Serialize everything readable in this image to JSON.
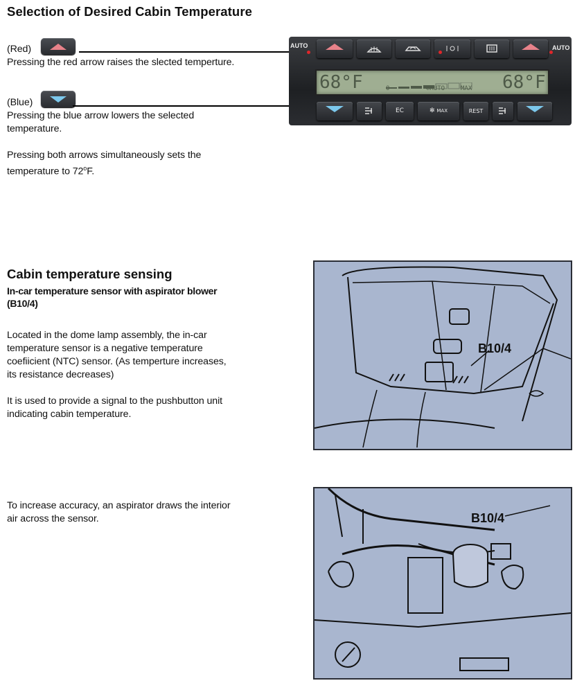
{
  "section1": {
    "title": "Selection of Desired Cabin Temperature",
    "red_label": "(Red)",
    "red_text": "Pressing the red arrow raises the slected temperture.",
    "blue_label": "(Blue)",
    "blue_text_1": "Pressing the blue arrow lowers the selected",
    "blue_text_2": "temperature.",
    "both_text_1": "Pressing both arrows simultaneously sets the",
    "both_text_2": "temperature to 72",
    "both_deg": "o",
    "both_unit": "F."
  },
  "panel": {
    "auto_left": "AUTO",
    "auto_right": "AUTO",
    "lcd_left": "68°F",
    "lcd_right": "68°F",
    "lcd_zero": "0",
    "lcd_auto": "AUTO",
    "lcd_max": "MAX",
    "btn_ec": "EC",
    "btn_rest": "REST",
    "btn_max": "MAX"
  },
  "section2": {
    "title": "Cabin temperature sensing",
    "subtitle_1": "In-car temperature sensor with aspirator blower",
    "subtitle_2": "(B10/4)",
    "p1_1": "Located in the dome lamp assembly, the in-car",
    "p1_2": "temperature sensor is a negative temperature",
    "p1_3": "coefiicient (NTC) sensor.  (As temperture increases,",
    "p1_4": "its resistance decreases)",
    "p2_1": "It is used to provide a signal to the pushbutton unit",
    "p2_2": "indicating cabin temperature.",
    "fig1_label": "B10/4"
  },
  "section3": {
    "p1_1": "To increase accuracy, an aspirator draws the interior",
    "p1_2": "air across the sensor.",
    "fig2_label": "B10/4"
  },
  "colors": {
    "red_arrow": "#e8828a",
    "blue_arrow": "#7cc8ec",
    "figure_bg": "#a9b6cf",
    "lcd_bg": "#9fae92"
  }
}
